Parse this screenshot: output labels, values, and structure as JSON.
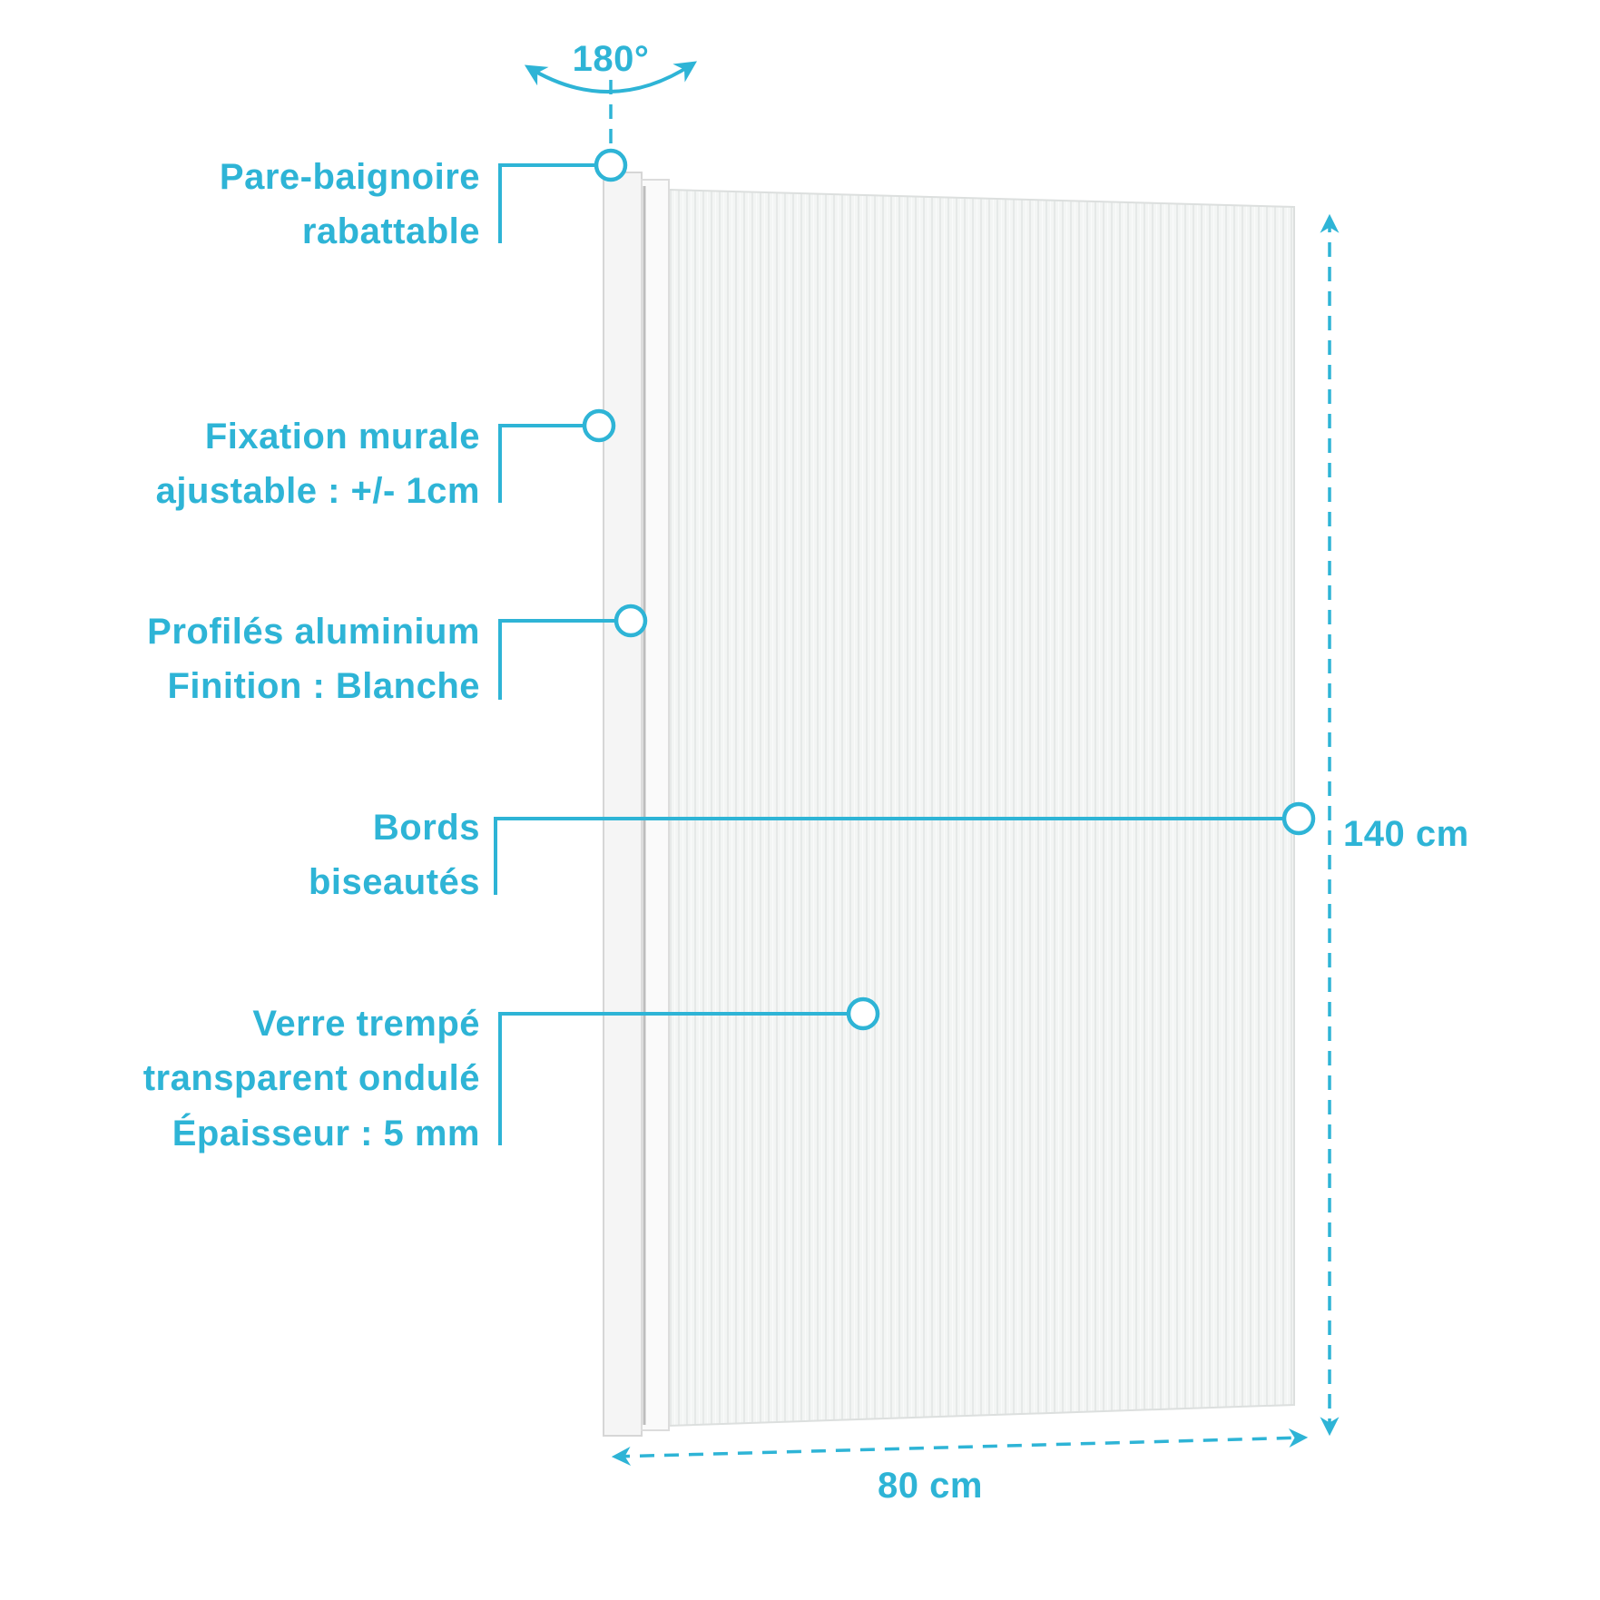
{
  "colors": {
    "accent": "#2eb4d6",
    "profile": "#f4f4f4",
    "glass": "#f1f3f2"
  },
  "rotation": {
    "label": "180°"
  },
  "callouts": [
    {
      "lines": [
        "Pare-baignoire",
        "rabattable"
      ]
    },
    {
      "lines": [
        "Fixation murale",
        "ajustable : +/- 1cm"
      ]
    },
    {
      "lines": [
        "Profilés aluminium",
        "Finition : Blanche"
      ]
    },
    {
      "lines": [
        "Bords",
        "biseautés"
      ]
    },
    {
      "lines": [
        "Verre trempé",
        "transparent ondulé",
        "Épaisseur : 5 mm"
      ]
    }
  ],
  "dimensions": {
    "height": "140 cm",
    "width": "80 cm"
  }
}
